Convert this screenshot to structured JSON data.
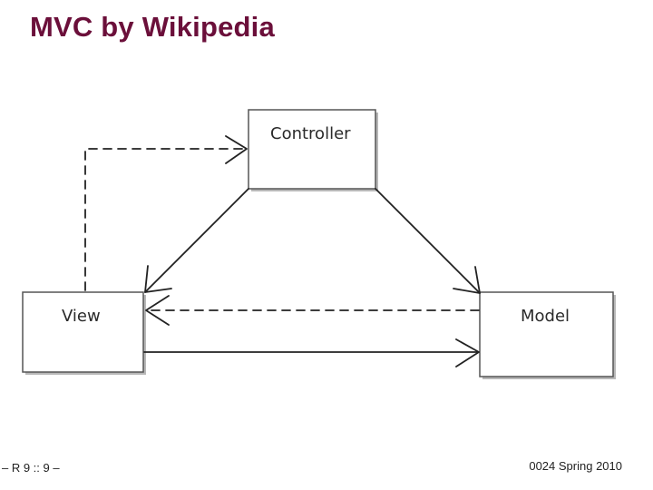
{
  "slide": {
    "title": "MVC by Wikipedia",
    "footer_left": "– R 9 :: 9 –",
    "footer_right": "0024 Spring 2010"
  },
  "diagram": {
    "boxes": {
      "controller": "Controller",
      "view": "View",
      "model": "Model"
    },
    "colors": {
      "box_fill": "#ffffff",
      "box_stroke": "#555555",
      "box_shadow": "#b0b0b0",
      "line": "#222222",
      "title": "#6b0f3a"
    }
  }
}
